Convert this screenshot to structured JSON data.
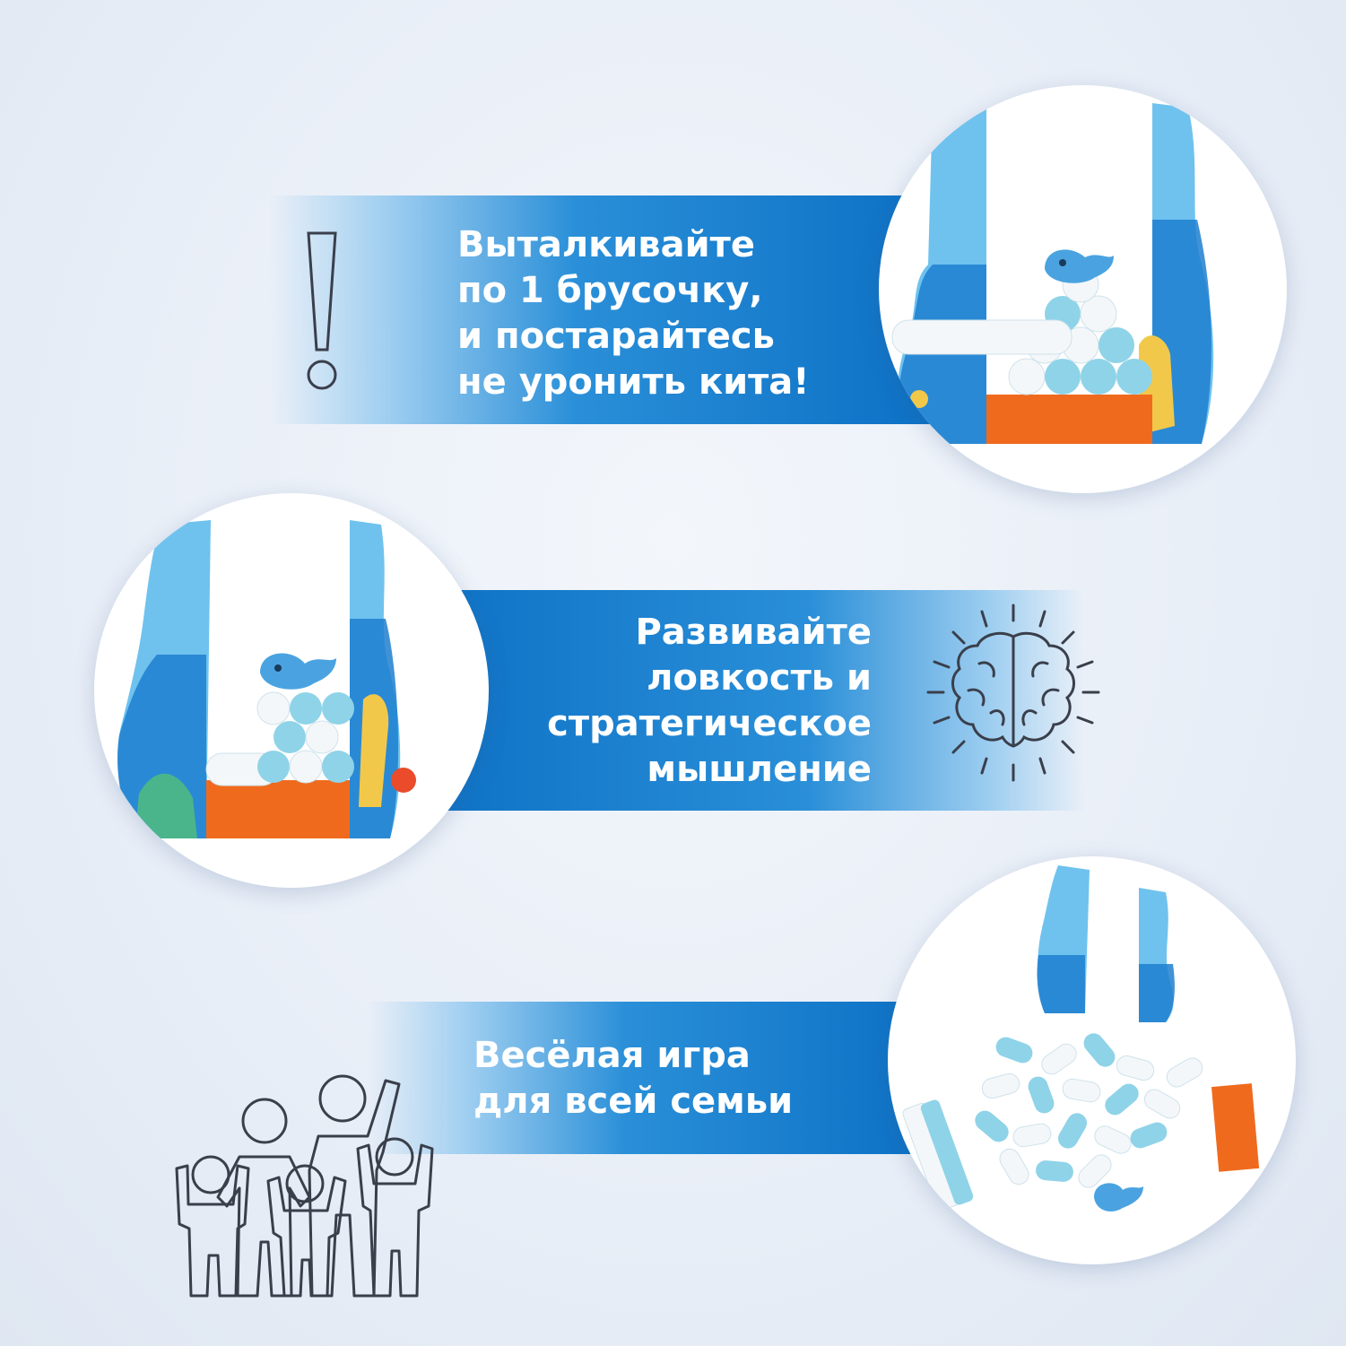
{
  "blocks": [
    {
      "lines": [
        "Выталкивайте",
        "по 1 брусочку,",
        "и постарайтесь",
        "не уронить кита!"
      ],
      "icon": "exclamation-icon"
    },
    {
      "lines": [
        "Развивайте",
        "ловкость и",
        "стратегическое",
        "мышление"
      ],
      "icon": "brain-icon"
    },
    {
      "lines": [
        "Весёлая игра",
        "для всей семьи"
      ],
      "icon": "family-icon"
    }
  ],
  "colors": {
    "band_dark": "#0b6fc4",
    "band_mid": "#2a8fd8",
    "wave_light": "#6fc2ee",
    "wave_dark": "#1f7fcf",
    "stick_blue": "#8fd3e8",
    "stick_white": "#f4f7f9",
    "base_orange": "#f06a1e",
    "icon_stroke": "#3a3f4b"
  }
}
